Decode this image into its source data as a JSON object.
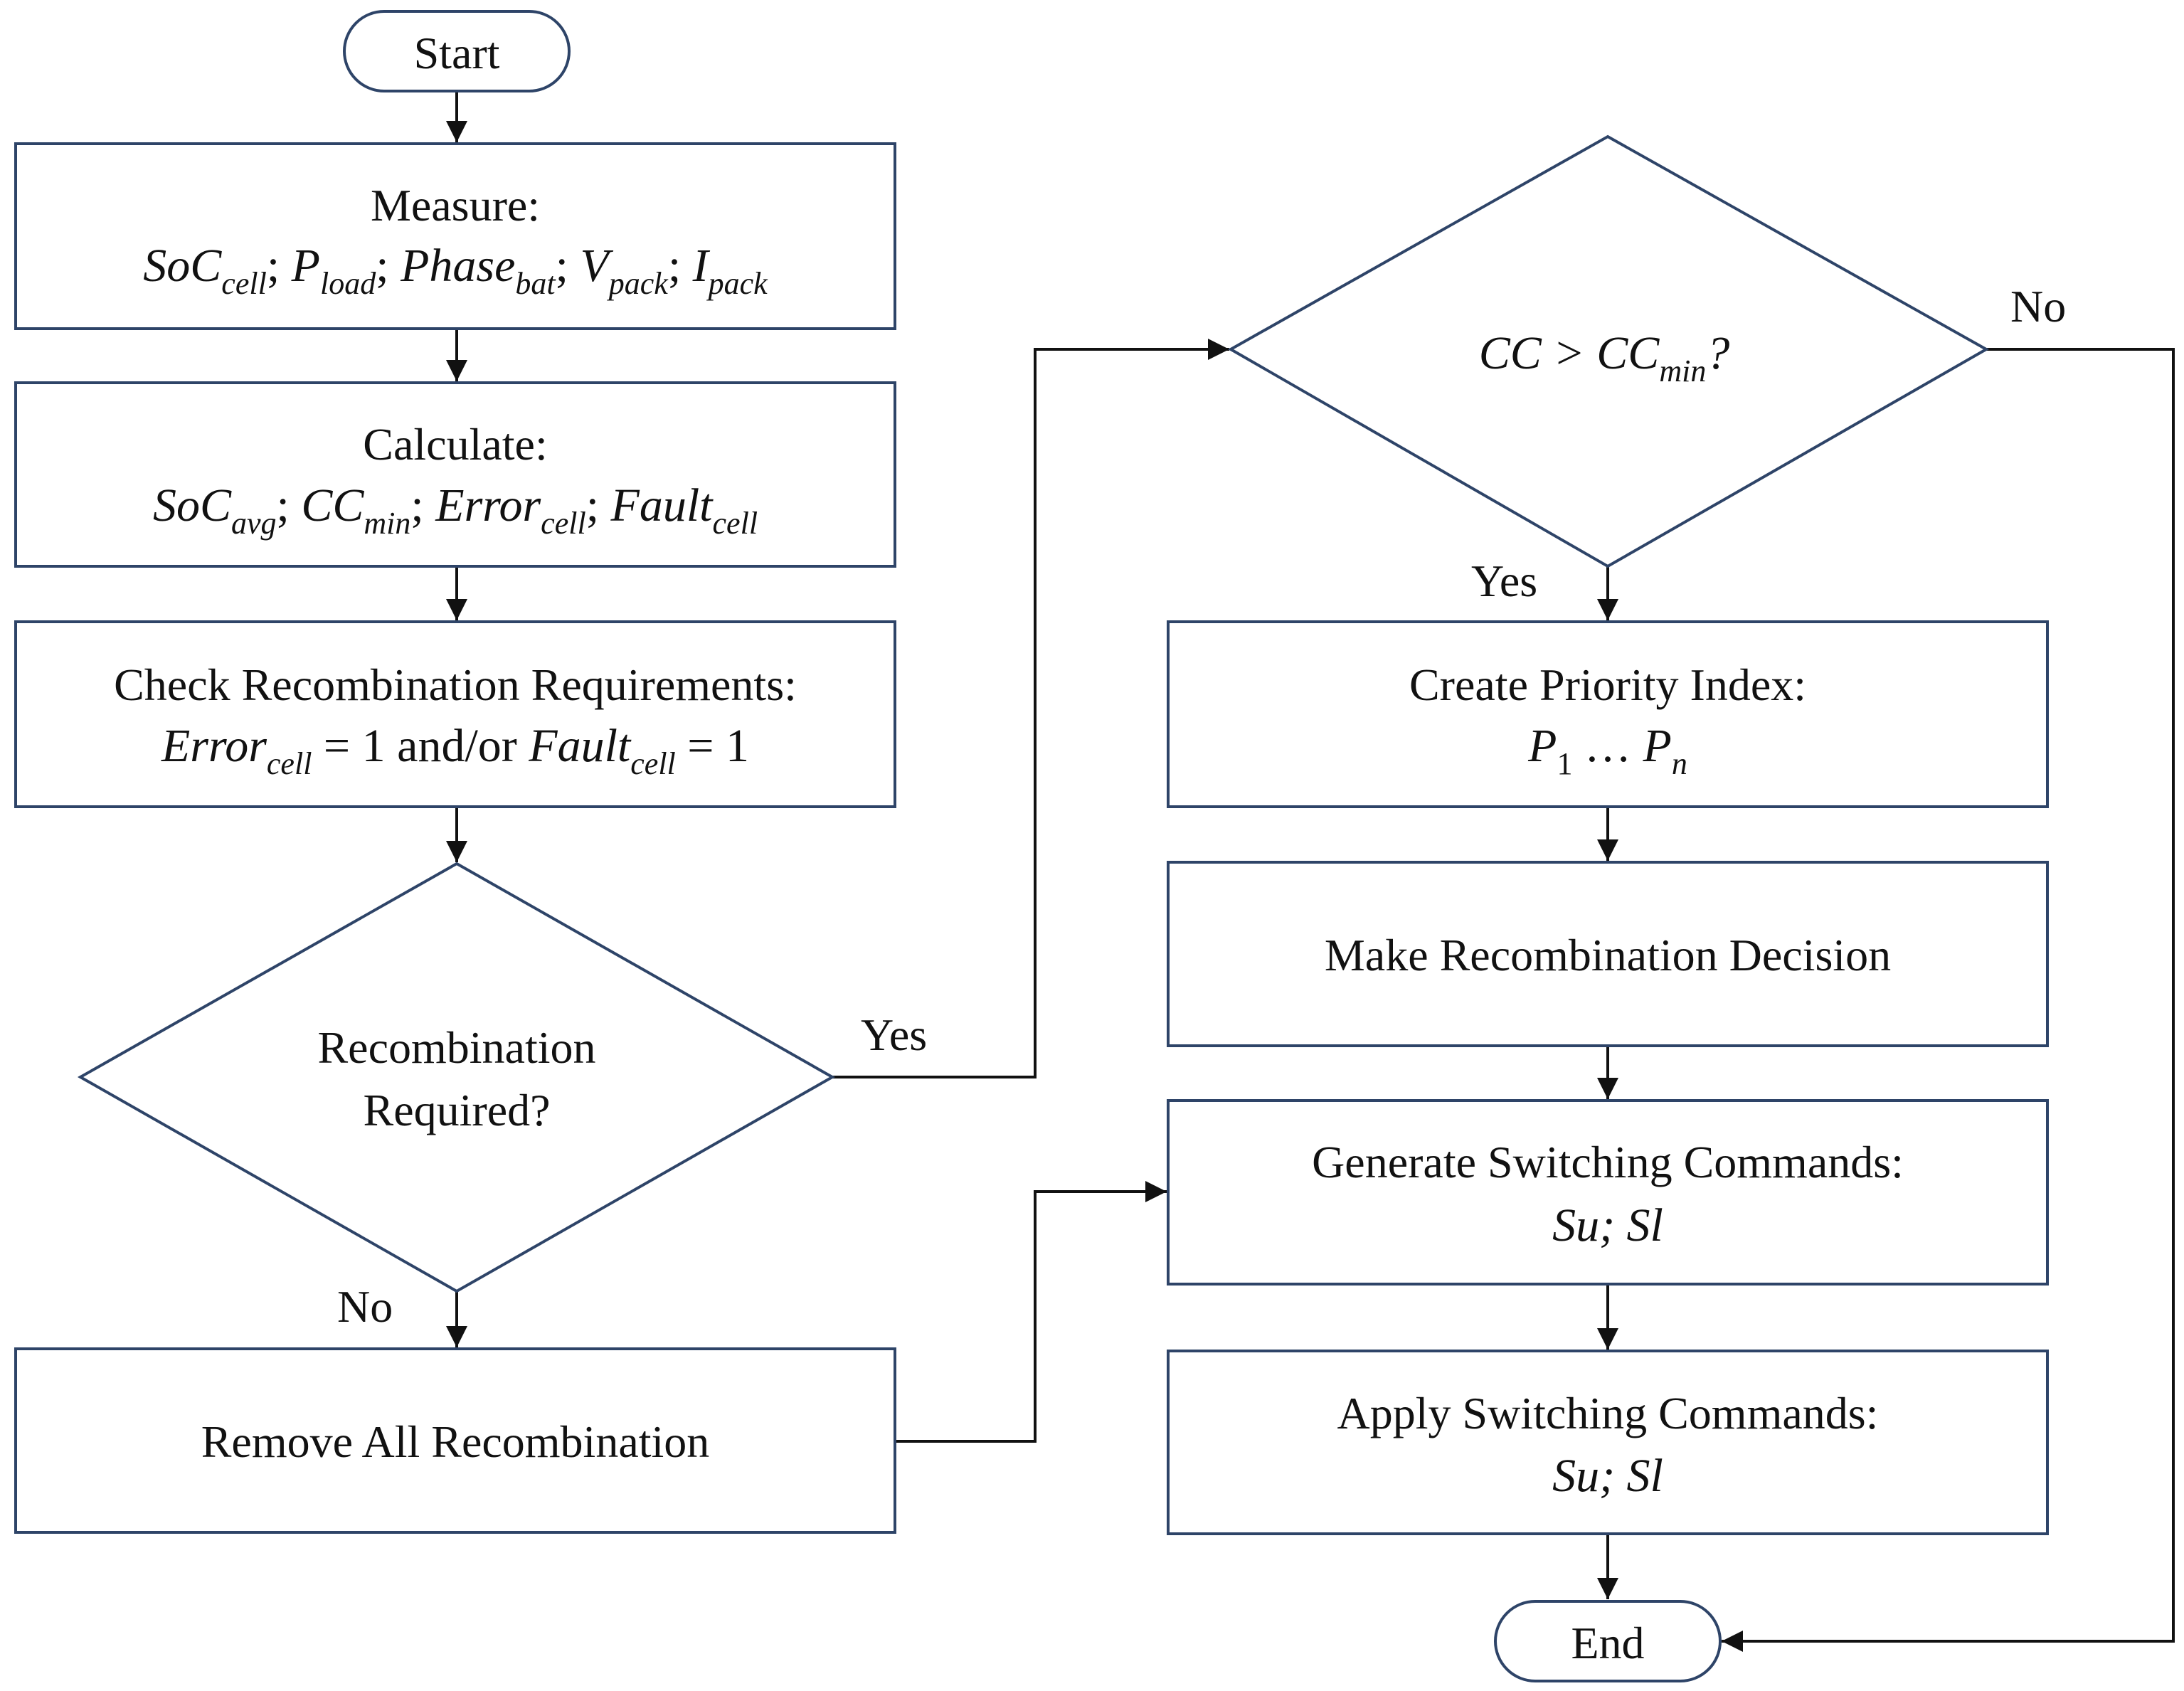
{
  "start": "Start",
  "end": "End",
  "measure": {
    "title": "Measure:",
    "vars": [
      {
        "b": "SoC",
        "s": "cell",
        "sep": "; "
      },
      {
        "b": "P",
        "s": "load",
        "sep": "; "
      },
      {
        "b": "Phase",
        "s": "bat",
        "sep": "; "
      },
      {
        "b": "V",
        "s": "pack",
        "sep": "; "
      },
      {
        "b": "I",
        "s": "pack",
        "sep": ""
      }
    ]
  },
  "calculate": {
    "title": "Calculate:",
    "vars": [
      {
        "b": "SoC",
        "s": "avg",
        "sep": "; "
      },
      {
        "b": "CC",
        "s": "min",
        "sep": "; "
      },
      {
        "b": "Error",
        "s": "cell",
        "sep": "; "
      },
      {
        "b": "Fault",
        "s": "cell",
        "sep": ""
      }
    ]
  },
  "check": {
    "title": "Check Recombination Requirements:",
    "term1": {
      "b": "Error",
      "s": "cell"
    },
    "mid": " = 1 and/or ",
    "term2": {
      "b": "Fault",
      "s": "cell"
    },
    "tail": " = 1"
  },
  "decision1": {
    "line1": "Recombination",
    "line2": "Required?"
  },
  "decision2": {
    "lhs": "CC > CC",
    "sub": "min",
    "tail": "?"
  },
  "remove": "Remove All Recombination",
  "priority": {
    "title": "Create Priority Index:",
    "p1": "P",
    "p1_sub": "1",
    "dots": " … ",
    "pn": "P",
    "pn_sub": "n"
  },
  "decide": "Make Recombination Decision",
  "generate": {
    "title": "Generate Switching Commands:",
    "vars": "Su; Sl"
  },
  "apply": {
    "title": "Apply Switching Commands:",
    "vars": "Su; Sl"
  },
  "edges": {
    "yes1": "Yes",
    "no1": "No",
    "yes2": "Yes",
    "no2": "No"
  }
}
